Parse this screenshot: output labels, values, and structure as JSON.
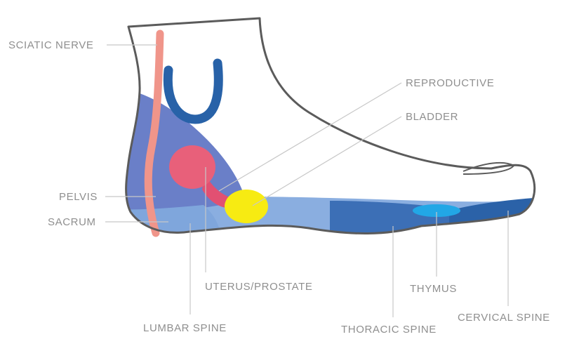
{
  "labels": {
    "sciatic_nerve": "SCIATIC NERVE",
    "reproductive": "REPRODUCTIVE",
    "bladder": "BLADDER",
    "pelvis": "PELVIS",
    "sacrum": "SACRUM",
    "uterus_prostate": "UTERUS/PROSTATE",
    "thymus": "THYMUS",
    "lumbar_spine": "LUMBAR SPINE",
    "cervical_spine": "CERVICAL SPINE",
    "thoracic_spine": "THORACIC SPINE"
  },
  "colors": {
    "outline": "#5b5b5b",
    "sciatic_nerve": "#f0958a",
    "pelvis": "#6a7fc8",
    "sacrum": "#7fa6dc",
    "lumbar_spine": "#8aaee0",
    "thoracic_spine": "#3c6fb6",
    "cervical_spine": "#2b62a8",
    "thymus": "#22a7e6",
    "uterus_prostate": "#e8607a",
    "reproductive": "#e25072",
    "bladder": "#f7eb12",
    "knee_reflex": "#2862a8",
    "label_text": "#8f8f8f",
    "leader_line": "#c8c8c8"
  }
}
